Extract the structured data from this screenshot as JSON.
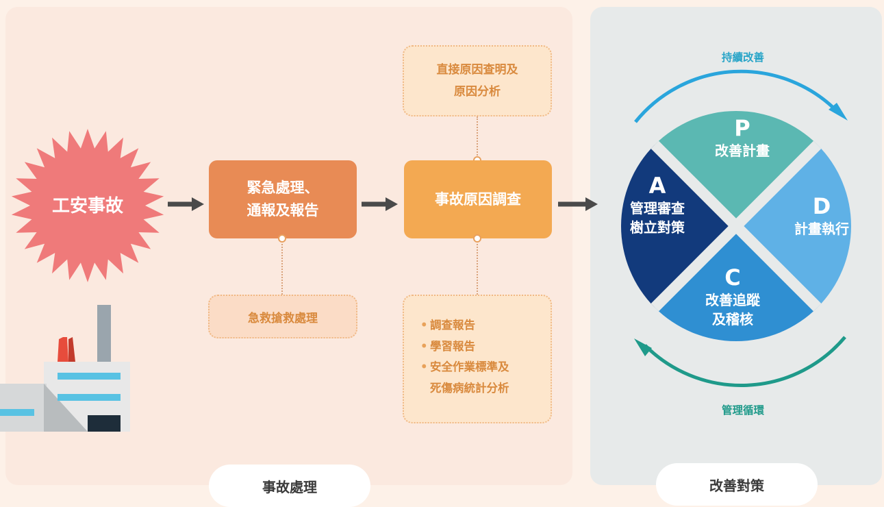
{
  "left_panel": {
    "tab_label": "事故處理"
  },
  "right_panel": {
    "tab_label": "改善對策"
  },
  "accident": {
    "label": "工安事故"
  },
  "emergency": {
    "line1": "緊急處理、",
    "line2": "通報及報告"
  },
  "first_aid": {
    "label": "急救搶救處理"
  },
  "investigation": {
    "label": "事故原因調查"
  },
  "cause_analysis": {
    "line1": "直接原因查明及",
    "line2": "原因分析"
  },
  "reports": {
    "items": [
      {
        "line1": "調查報告",
        "line2": ""
      },
      {
        "line1": "學習報告",
        "line2": ""
      },
      {
        "line1": "安全作業標準及",
        "line2": "死傷病統計分析"
      }
    ]
  },
  "pdca": {
    "top_label": "持續改善",
    "bottom_label": "管理循環",
    "p": {
      "letter": "P",
      "line1": "改善計畫",
      "color": "#5bb8b2"
    },
    "d": {
      "letter": "D",
      "line1": "計畫執行",
      "color": "#5fb1e6"
    },
    "c": {
      "letter": "C",
      "line1": "改善追蹤",
      "line2": "及稽核",
      "color": "#2f8fd2"
    },
    "a": {
      "letter": "A",
      "line1": "管理審查",
      "line2": "樹立對策",
      "color": "#123a7c"
    }
  },
  "colors": {
    "accident_burst": "#ef7a7a",
    "arrow": "#4a4a4a",
    "top_arc": "#2aa5dc",
    "bottom_arc": "#1f9a8a"
  }
}
